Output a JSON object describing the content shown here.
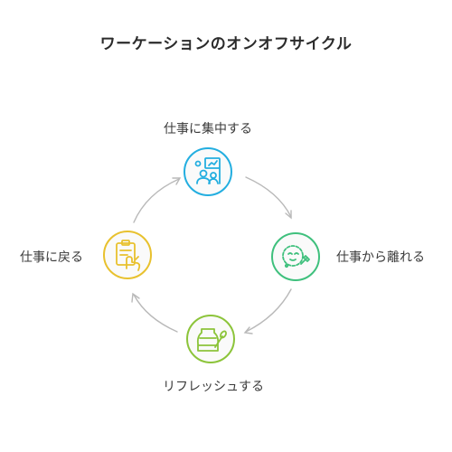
{
  "title": "ワーケーションのオンオフサイクル",
  "steps": {
    "top": {
      "label": "仕事に集中する",
      "icon": "team-board-icon",
      "color": "#23aee0"
    },
    "right": {
      "label": "仕事から離れる",
      "icon": "relax-face-icon",
      "color": "#3fc07d"
    },
    "bottom": {
      "label": "リフレッシュする",
      "icon": "spa-jar-icon",
      "color": "#8cc43a"
    },
    "left": {
      "label": "仕事に戻る",
      "icon": "clipboard-hand-icon",
      "color": "#e8c12e"
    }
  }
}
